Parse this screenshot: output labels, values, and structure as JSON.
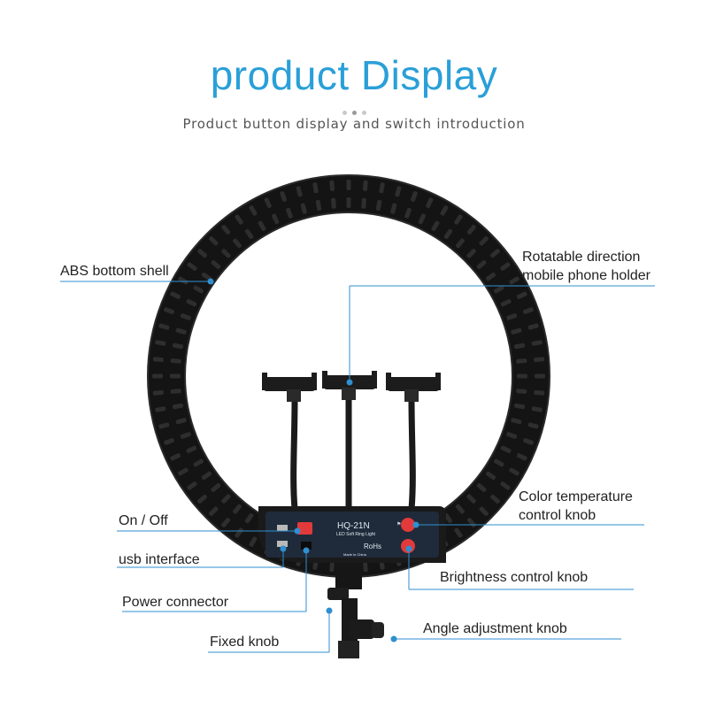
{
  "header": {
    "title": "product Display",
    "subtitle": "Product button display and switch introduction"
  },
  "callouts": {
    "abs_shell": "ABS bottom shell",
    "phone_holder_line1": "Rotatable direction",
    "phone_holder_line2": "mobile phone holder",
    "color_temp_line1": "Color temperature",
    "color_temp_line2": "control knob",
    "on_off": "On / Off",
    "usb": "usb interface",
    "brightness": "Brightness control knob",
    "power": "Power connector",
    "angle": "Angle adjustment knob",
    "fixed": "Fixed knob"
  },
  "panel": {
    "model": "HQ-21N",
    "model_sub": "LED Soft Ring Light",
    "rohs": "RoHs",
    "made_in": "Made in China"
  },
  "colors": {
    "accent": "#2a9fd8",
    "callout_line": "#2f8fcf",
    "ring": "#141414",
    "panel": "#1f2b3a",
    "knob": "#e23a3a"
  }
}
